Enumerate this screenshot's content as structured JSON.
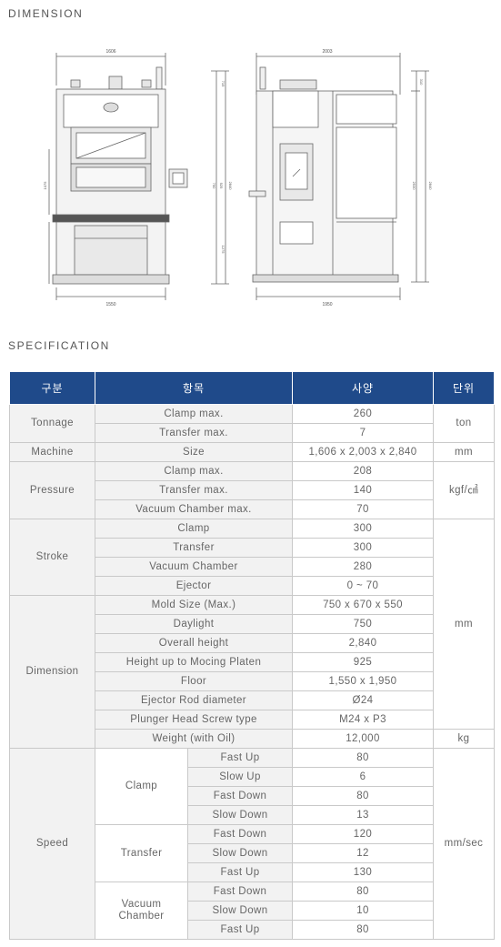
{
  "dimension_title": "DIMENSION",
  "specification_title": "SPECIFICATION",
  "drawings": {
    "front": {
      "top_width": "1606",
      "bottom_width": "1550",
      "top_height": "715",
      "mid_height_1": "750",
      "mid_height_2": "925",
      "total_height": "2840",
      "lower_height": "1075",
      "left_height": "1275"
    },
    "side": {
      "top_width": "2003",
      "bottom_width": "1950",
      "top_height": "310",
      "mid_height": "2530",
      "total_height": "2840"
    }
  },
  "table": {
    "headers": {
      "category": "구분",
      "item": "항목",
      "spec": "사양",
      "unit": "단위"
    },
    "tonnage": {
      "label": "Tonnage",
      "unit": "ton",
      "rows": [
        {
          "item": "Clamp max.",
          "value": "260"
        },
        {
          "item": "Transfer max.",
          "value": "7"
        }
      ]
    },
    "machine": {
      "label": "Machine",
      "item": "Size",
      "value": "1,606 x 2,003 x 2,840",
      "unit": "mm"
    },
    "pressure": {
      "label": "Pressure",
      "unit": "kgf/㎠",
      "rows": [
        {
          "item": "Clamp max.",
          "value": "208"
        },
        {
          "item": "Transfer max.",
          "value": "140"
        },
        {
          "item": "Vacuum Chamber max.",
          "value": "70"
        }
      ]
    },
    "stroke": {
      "label": "Stroke",
      "rows": [
        {
          "item": "Clamp",
          "value": "300"
        },
        {
          "item": "Transfer",
          "value": "300"
        },
        {
          "item": "Vacuum Chamber",
          "value": "280"
        },
        {
          "item": "Ejector",
          "value": "0 ~ 70"
        }
      ]
    },
    "mm_unit": "mm",
    "dimension": {
      "label": "Dimension",
      "rows": [
        {
          "item": "Mold Size (Max.)",
          "value": "750 x 670 x 550"
        },
        {
          "item": "Daylight",
          "value": "750"
        },
        {
          "item": "Overall height",
          "value": "2,840"
        },
        {
          "item": "Height up to Mocing Platen",
          "value": "925"
        },
        {
          "item": "Floor",
          "value": "1,550 x 1,950"
        },
        {
          "item": "Ejector Rod diameter",
          "value": "Ø24"
        },
        {
          "item": "Plunger Head Screw type",
          "value": "M24 x P3"
        },
        {
          "item": "Weight (with Oil)",
          "value": "12,000"
        }
      ],
      "weight_unit": "kg"
    },
    "speed": {
      "label": "Speed",
      "unit": "mm/sec",
      "clamp": {
        "label": "Clamp",
        "rows": [
          {
            "item": "Fast Up",
            "value": "80"
          },
          {
            "item": "Slow Up",
            "value": "6"
          },
          {
            "item": "Fast Down",
            "value": "80"
          },
          {
            "item": "Slow Down",
            "value": "13"
          }
        ]
      },
      "transfer": {
        "label": "Transfer",
        "rows": [
          {
            "item": "Fast Down",
            "value": "120"
          },
          {
            "item": "Slow Down",
            "value": "12"
          },
          {
            "item": "Fast Up",
            "value": "130"
          }
        ]
      },
      "vacuum": {
        "label_line1": "Vacuum",
        "label_line2": "Chamber",
        "rows": [
          {
            "item": "Fast Down",
            "value": "80"
          },
          {
            "item": "Slow Down",
            "value": "10"
          },
          {
            "item": "Fast Up",
            "value": "80"
          }
        ]
      }
    }
  },
  "colors": {
    "header_bg": "#1f4a8a",
    "category_bg": "#f2f2f2",
    "border": "#c9c9c9"
  }
}
